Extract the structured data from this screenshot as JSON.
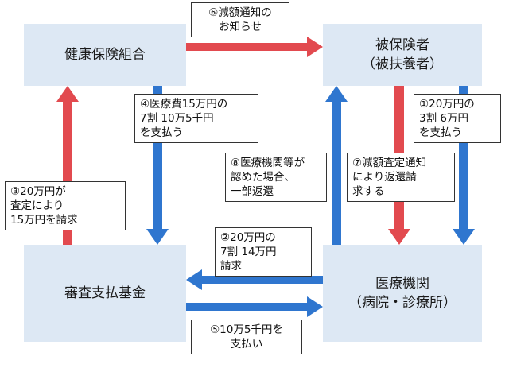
{
  "colors": {
    "red_arrow": "#e24a4f",
    "blue_arrow": "#2f76cf",
    "box_fill": "#dde8f4"
  },
  "boxes": {
    "kenpo": [
      "健康保険組合"
    ],
    "hihokensha": [
      "被保険者",
      "（被扶養者）"
    ],
    "shinsa": [
      "審査支払基金"
    ],
    "iryo": [
      "医療機関",
      "（病院・診療所）"
    ]
  },
  "notes": {
    "n6": "⑥減額通知の\nお知らせ",
    "n4": "④医療費15万円の\n7割 10万5千円\nを支払う",
    "n1": "①20万円の\n3割 6万円\nを支払う",
    "n8": "⑧医療機関等が\n認めた場合、\n一部返還",
    "n7": "⑦減額査定通知\nにより返還請\n求する",
    "n3": "③20万円が\n査定により\n15万円を請求",
    "n2": "②20万円の\n7割 14万円\n請求",
    "n5": "⑤10万5千円を\n支払い"
  }
}
